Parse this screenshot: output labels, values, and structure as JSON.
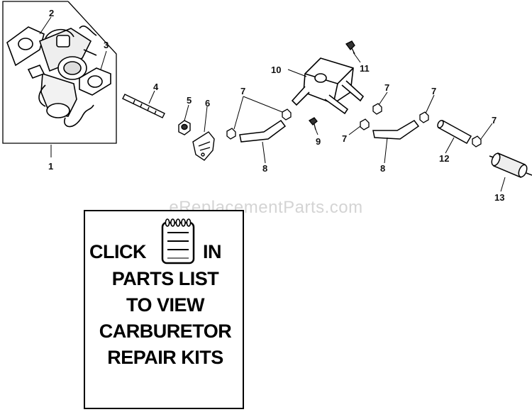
{
  "watermark": "eReplacementParts.com",
  "callouts": {
    "c1": "1",
    "c2": "2",
    "c3": "3",
    "c4": "4",
    "c5": "5",
    "c6": "6",
    "c7a": "7",
    "c7b": "7",
    "c7c": "7",
    "c7d": "7",
    "c7e": "7",
    "c8a": "8",
    "c8b": "8",
    "c9": "9",
    "c10": "10",
    "c11": "11",
    "c12": "12",
    "c13": "13"
  },
  "kit_box": {
    "click": "CLICK",
    "in": "IN",
    "line2": "PARTS LIST",
    "line3": "TO VIEW",
    "line4": "CARBURETOR",
    "line5": "REPAIR KITS"
  },
  "icons": {
    "parts_list": "parts-list-icon"
  }
}
